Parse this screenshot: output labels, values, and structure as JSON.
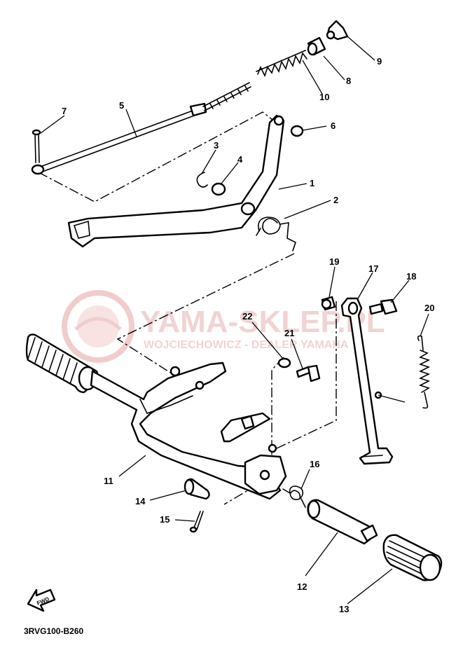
{
  "diagram": {
    "callouts": [
      "1",
      "2",
      "3",
      "4",
      "5",
      "6",
      "7",
      "8",
      "9",
      "10",
      "11",
      "12",
      "13",
      "14",
      "15",
      "16",
      "17",
      "18",
      "19",
      "20",
      "21",
      "22"
    ],
    "code": "3RVG100-B260",
    "fwd_label": "FWD",
    "watermark": {
      "brand": "YAMA-SKLEP.PL",
      "tagline": "WOJCIECHOWICZ - DEALER YAMAHA",
      "color": "#e8a3a3"
    }
  }
}
